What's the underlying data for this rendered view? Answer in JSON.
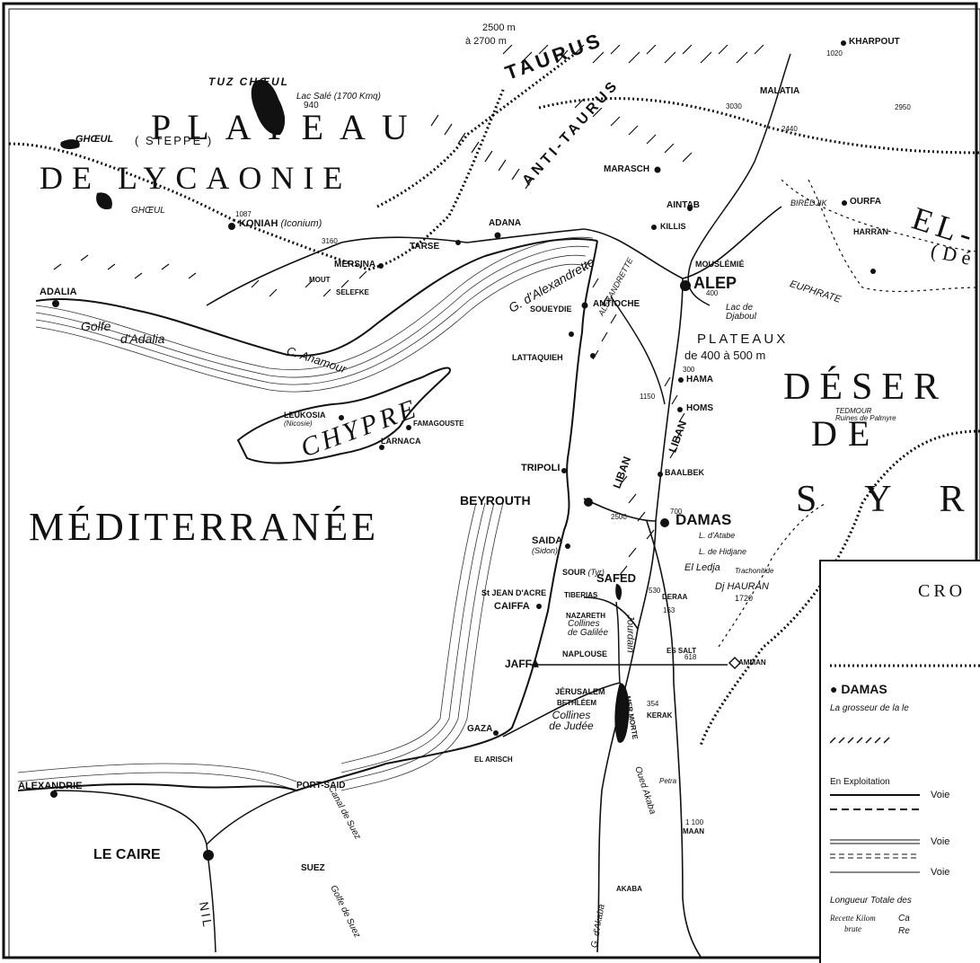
{
  "map": {
    "regions": {
      "plateau": "PLATEAU",
      "de_lycaonie": "DE  LYCAONIE",
      "mediterranee": "MÉDITERRANÉE",
      "desert": "DÉSER",
      "de": "DE",
      "syr": "S Y R",
      "el": "EL-",
      "de_paren": "(Dé",
      "plateaux": "PLATEAUX",
      "plateaux_alt": "de 400 à 500 m",
      "tauru": "TAURUS",
      "anti_tau": "ANTI-TAURUS",
      "chypre": "CHYPRE",
      "liban": "LIBAN",
      "anti_liban": "LIBAN"
    },
    "cities": [
      {
        "name": "KONIAH",
        "sub": "(Iconium)"
      },
      {
        "name": "ADALIA"
      },
      {
        "name": "MERSINA"
      },
      {
        "name": "ADANA"
      },
      {
        "name": "TARSE"
      },
      {
        "name": "ALEP"
      },
      {
        "name": "ANTIOCHE"
      },
      {
        "name": "ALEXANDRETTE"
      },
      {
        "name": "MARASCH"
      },
      {
        "name": "AINTAB"
      },
      {
        "name": "KILLIS"
      },
      {
        "name": "MALATIA"
      },
      {
        "name": "KHARPOUT"
      },
      {
        "name": "OURFA"
      },
      {
        "name": "HARRAN"
      },
      {
        "name": "BIREDJIK"
      },
      {
        "name": "MOUSLÉMIÉ"
      },
      {
        "name": "LATTAQUIEH"
      },
      {
        "name": "SOUEYDIE"
      },
      {
        "name": "HAMA"
      },
      {
        "name": "HOMS"
      },
      {
        "name": "TRIPOLI"
      },
      {
        "name": "BAALBEK"
      },
      {
        "name": "BEYROUTH"
      },
      {
        "name": "DAMAS"
      },
      {
        "name": "SAIDA",
        "sub": "(Sidon)"
      },
      {
        "name": "SOUR",
        "sub": "(Tyr)"
      },
      {
        "name": "SAFED"
      },
      {
        "name": "St JEAN D'ACRE"
      },
      {
        "name": "CAIFFA"
      },
      {
        "name": "NAZARETH"
      },
      {
        "name": "TIBERIAS"
      },
      {
        "name": "DERAA"
      },
      {
        "name": "NAPLOUSE"
      },
      {
        "name": "JAFFA"
      },
      {
        "name": "JÉRUSALEM"
      },
      {
        "name": "BETHLÉEM"
      },
      {
        "name": "GAZA"
      },
      {
        "name": "EL ARISCH"
      },
      {
        "name": "PORT-SAID"
      },
      {
        "name": "ALEXANDRIE"
      },
      {
        "name": "LE CAIRE"
      },
      {
        "name": "SUEZ"
      },
      {
        "name": "MAAN"
      },
      {
        "name": "AKABA"
      },
      {
        "name": "AMMAN"
      },
      {
        "name": "ES SALT"
      },
      {
        "name": "KERAK"
      },
      {
        "name": "LEUKOSIA",
        "sub": "(Nicosie)"
      },
      {
        "name": "LARNACA"
      },
      {
        "name": "FAMAGOUSTE"
      },
      {
        "name": "SELEFKE"
      },
      {
        "name": "MOUT"
      },
      {
        "name": "TEDMOUR"
      }
    ],
    "water": {
      "tuz_choeul": "TUZ CHŒUL",
      "lac_sale": "Lac Salé (1700 Kmq)",
      "choeul_w": "GHŒUL",
      "steppe": "( STEPPE )",
      "choeul_sw": "GHŒUL",
      "golfe_adalia": "Golfe",
      "golfe_adalia2": "d'Adalia",
      "g_alexandrette": "G. d'Alexandrette",
      "c_anamour": "C. Anamour",
      "lac_djaboul": "Lac de Djaboul",
      "euphrate": "EUPHRATE",
      "mer_morte": "MER MORTE",
      "jourdain": "Jourdain",
      "canal_suez": "Canal de Suez",
      "golfe_suez": "Golfe de Suez",
      "nil": "NIL",
      "g_akaba": "G. d'Akaba",
      "oued_akaba": "Oued Akaba",
      "l_atabe": "L. d'Atabe",
      "l_hidjane": "L. de Hidjane"
    },
    "other": {
      "alt_1": "2500 m",
      "alt_2": "à 2700 m",
      "collines_galilee": "Collines de Galilée",
      "collines_judee": "Collines de Judée",
      "el_ledja": "El Ledja",
      "trachonitide": "Trachonitide",
      "dj_hauran": "Dj HAURAN",
      "hauran_alt": "1720",
      "ruines_palmyre": "Ruines de Palmyre",
      "petra": "Petra",
      "alt_940": "940",
      "alt_1087": "1087",
      "alt_1020": "1020",
      "alt_3030": "3030",
      "alt_2440": "2440",
      "alt_2950": "2950",
      "alt_3160": "3160",
      "alt_400": "400",
      "alt_300": "300",
      "alt_700": "700",
      "alt_1100": "1 100",
      "alt_618": "618",
      "alt_354": "354",
      "alt_530": "530",
      "alt_163": "163",
      "alt_1150": "1150",
      "alt_2500": "2500"
    }
  },
  "legend": {
    "title": "CRO",
    "damas": "DAMAS",
    "grosseur": "La grosseur de la le",
    "exploitation": "En Exploitation",
    "voie1": "Voie",
    "voie2": "Voie",
    "voie3": "Voie",
    "longueur": "Longueur Totale des",
    "kilom": "Recette Kilom",
    "brute": "brute",
    "ca": "Ca",
    "re": "Re"
  }
}
